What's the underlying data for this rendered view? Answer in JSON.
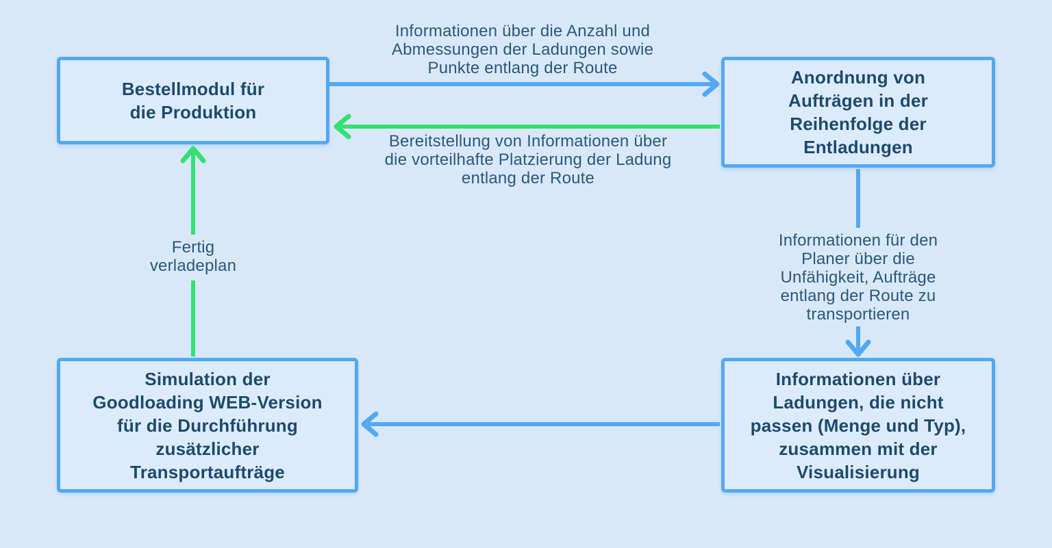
{
  "diagram": {
    "background_color": "#d9e8f9",
    "colors": {
      "arrow_blue": "#53a8f3",
      "arrow_green": "#35df72",
      "node_fill": "#dcebfc",
      "node_border": "#53a8f3",
      "node_text": "#1d4a6b",
      "label_text": "#2b587a"
    },
    "nodes": {
      "production": {
        "lines": [
          "Bestellmodul für",
          "die Produktion"
        ]
      },
      "ordering": {
        "lines": [
          "Anordnung von",
          "Aufträgen in der",
          "Reihenfolge der",
          "Entladungen"
        ]
      },
      "simulation": {
        "lines": [
          "Simulation der",
          "Goodloading WEB-Version",
          "für die Durchführung",
          "zusätzlicher",
          "Transportaufträge"
        ]
      },
      "misfit_info": {
        "lines": [
          "Informationen über",
          "Ladungen, die nicht",
          "passen (Menge und Typ),",
          "zusammen mit der",
          "Visualisierung"
        ]
      }
    },
    "edge_labels": {
      "production_to_ordering": {
        "lines": [
          "Informationen über die Anzahl und",
          "Abmessungen der Ladungen sowie",
          "Punkte entlang der Route"
        ]
      },
      "ordering_to_production": {
        "lines": [
          "Bereitstellung von Informationen über",
          "die vorteilhafte Platzierung der Ladung",
          "entlang der Route"
        ]
      },
      "ordering_to_misfit_info": {
        "lines": [
          "Informationen für den",
          "Planer über die",
          "Unfähigkeit, Aufträge",
          "entlang der Route zu",
          "transportieren"
        ]
      },
      "simulation_to_production": {
        "lines": [
          "Fertig",
          "verladeplan"
        ]
      }
    }
  }
}
